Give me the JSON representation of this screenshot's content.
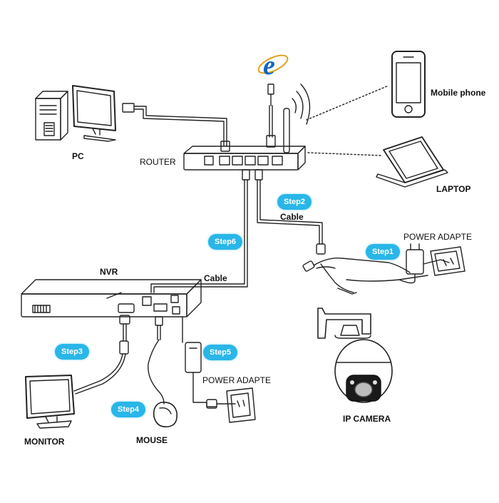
{
  "labels": {
    "pc": "PC",
    "router": "ROUTER",
    "mobile": "Mobile phone",
    "laptop": "LAPTOP",
    "power_adapter_top": "POWER ADAPTE",
    "nvr": "NVR",
    "cable_left": "Cable",
    "cable_right": "Cable",
    "power_adapter_bottom": "POWER ADAPTE",
    "monitor": "MONITOR",
    "mouse": "MOUSE",
    "ip_camera": "IP  CAMERA"
  },
  "steps": {
    "step1": "Step1",
    "step2": "Step2",
    "step3": "Step3",
    "step4": "Step4",
    "step5": "Step5",
    "step6": "Step6"
  },
  "colors": {
    "step_badge": "#29b6e8",
    "ie_logo": "#1565c0",
    "line": "#222222"
  },
  "icons": [
    "internet-explorer-icon",
    "pc-tower-icon",
    "monitor-icon",
    "router-icon",
    "mobile-phone-icon",
    "laptop-icon",
    "power-adapter-icon",
    "wall-socket-icon",
    "nvr-icon",
    "mouse-icon",
    "ip-camera-icon"
  ]
}
